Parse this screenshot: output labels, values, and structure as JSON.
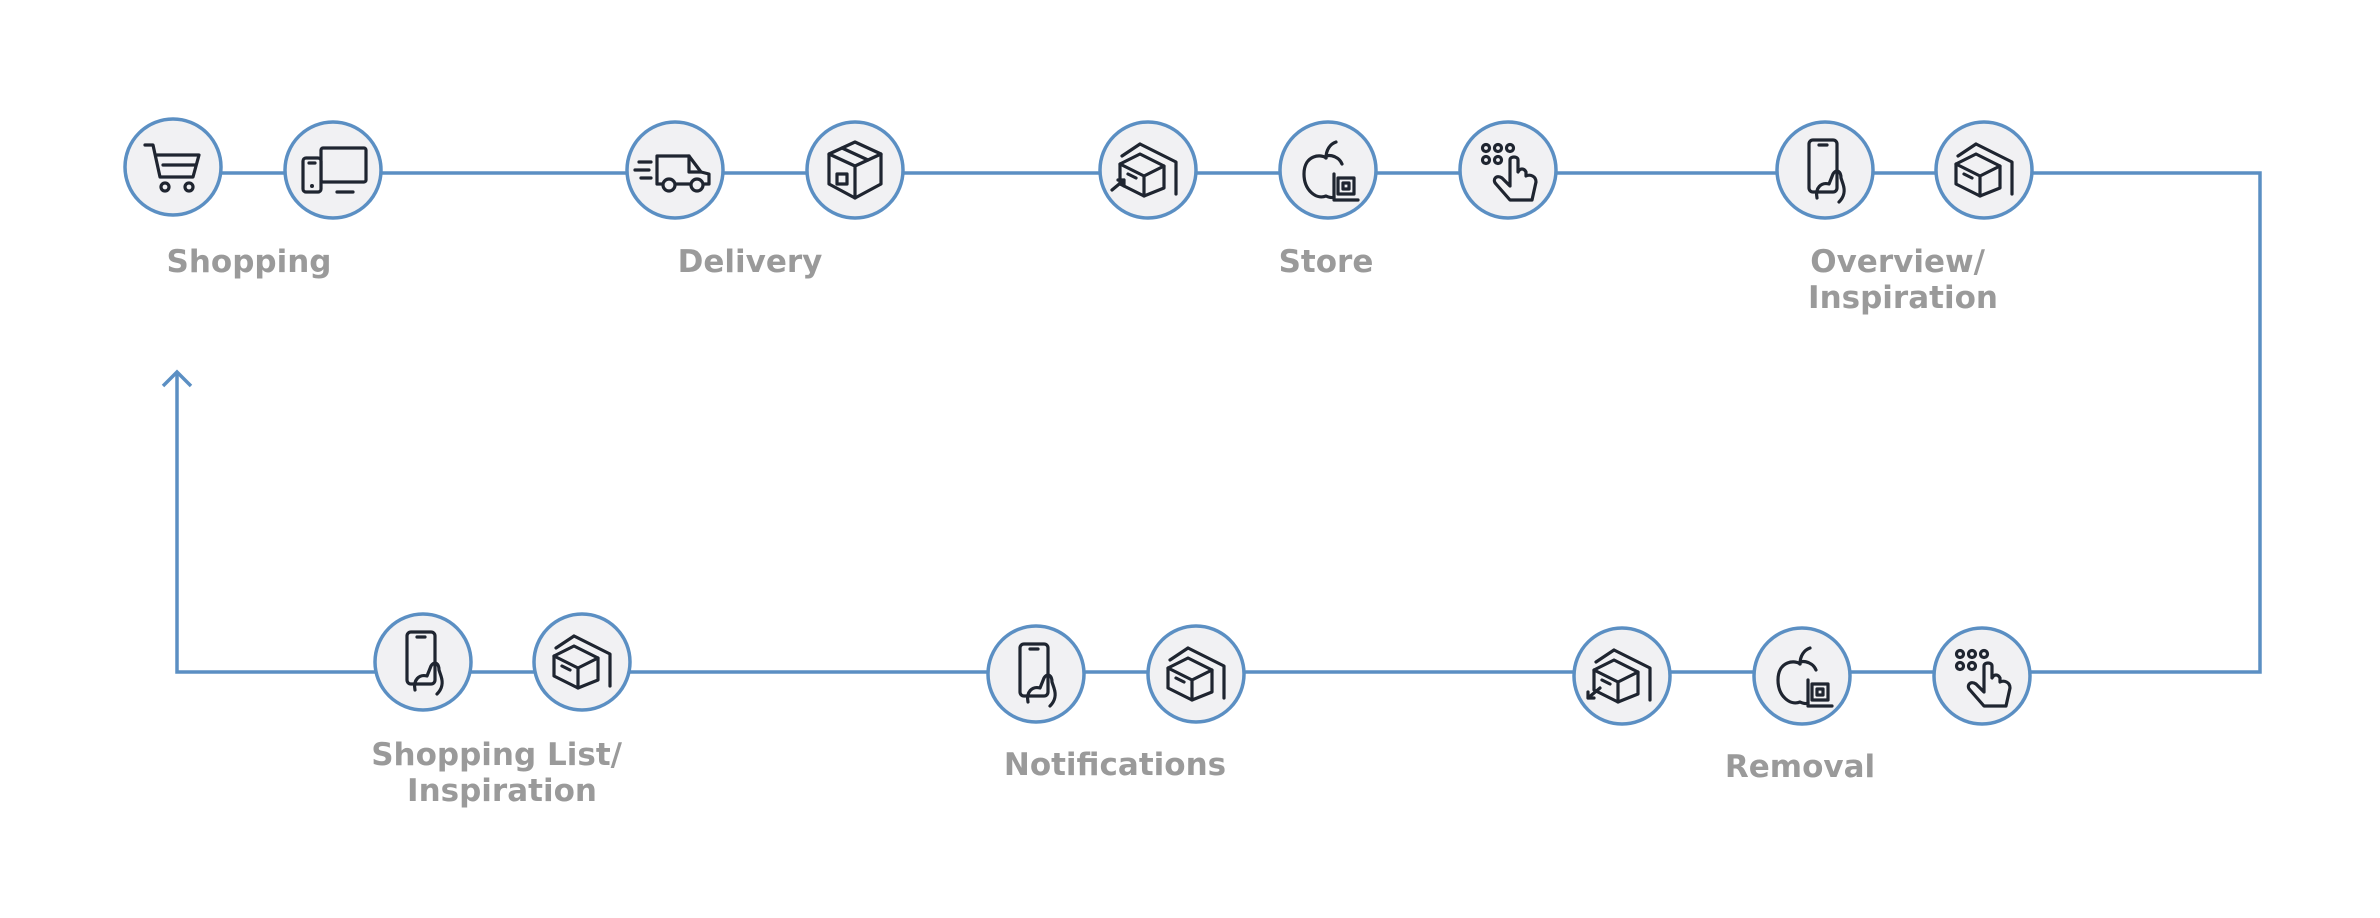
{
  "colors": {
    "line": "#5b8fc3",
    "node_fill": "#f1f1f3",
    "icon": "#1f2530",
    "label": "#9a9a9a"
  },
  "steps": [
    {
      "id": "shopping",
      "label_lines": [
        "Shopping"
      ],
      "icons": [
        "shopping-cart-icon",
        "mobile-desktop-icon"
      ]
    },
    {
      "id": "delivery",
      "label_lines": [
        "Delivery"
      ],
      "icons": [
        "delivery-van-icon",
        "package-box-icon"
      ]
    },
    {
      "id": "store",
      "label_lines": [
        "Store"
      ],
      "icons": [
        "box-into-storage-icon",
        "apple-code-icon",
        "touch-keypad-icon"
      ]
    },
    {
      "id": "overview",
      "label_lines": [
        "Overview/",
        "Inspiration"
      ],
      "icons": [
        "phone-in-hand-icon",
        "storage-box-icon"
      ]
    },
    {
      "id": "removal",
      "label_lines": [
        "Removal"
      ],
      "icons": [
        "box-out-of-storage-icon",
        "apple-code-icon",
        "touch-keypad-icon"
      ]
    },
    {
      "id": "notifications",
      "label_lines": [
        "Notifications"
      ],
      "icons": [
        "phone-in-hand-icon",
        "storage-box-icon"
      ]
    },
    {
      "id": "shopping-list",
      "label_lines": [
        "Shopping List/",
        "Inspiration"
      ],
      "icons": [
        "phone-in-hand-icon",
        "storage-box-icon"
      ]
    }
  ]
}
